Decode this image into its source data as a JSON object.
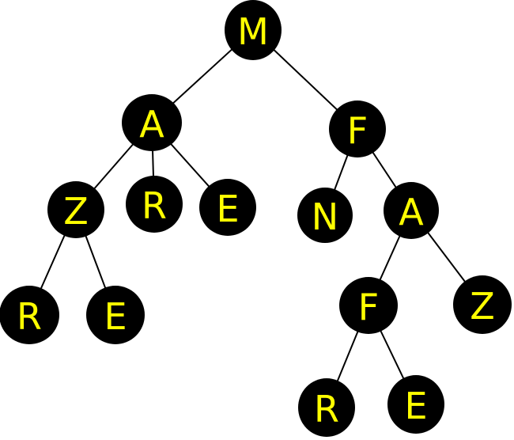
{
  "colors": {
    "node_fill": "#000000",
    "label": "#ffff00",
    "edge": "#000000"
  },
  "tree": {
    "nodes": [
      {
        "id": "m",
        "label": "M"
      },
      {
        "id": "a1",
        "label": "A"
      },
      {
        "id": "f1",
        "label": "F"
      },
      {
        "id": "z1",
        "label": "Z"
      },
      {
        "id": "r1",
        "label": "R"
      },
      {
        "id": "e1",
        "label": "E"
      },
      {
        "id": "n1",
        "label": "N"
      },
      {
        "id": "a2",
        "label": "A"
      },
      {
        "id": "r2",
        "label": "R"
      },
      {
        "id": "e2",
        "label": "E"
      },
      {
        "id": "f2",
        "label": "F"
      },
      {
        "id": "z2",
        "label": "Z"
      },
      {
        "id": "r3",
        "label": "R"
      },
      {
        "id": "e3",
        "label": "E"
      }
    ],
    "edges": [
      {
        "from": "m",
        "to": "a1"
      },
      {
        "from": "m",
        "to": "f1"
      },
      {
        "from": "a1",
        "to": "z1"
      },
      {
        "from": "a1",
        "to": "r1"
      },
      {
        "from": "a1",
        "to": "e1"
      },
      {
        "from": "z1",
        "to": "r2"
      },
      {
        "from": "z1",
        "to": "e2"
      },
      {
        "from": "f1",
        "to": "n1"
      },
      {
        "from": "f1",
        "to": "a2"
      },
      {
        "from": "a2",
        "to": "f2"
      },
      {
        "from": "a2",
        "to": "z2"
      },
      {
        "from": "f2",
        "to": "r3"
      },
      {
        "from": "f2",
        "to": "e3"
      }
    ]
  }
}
